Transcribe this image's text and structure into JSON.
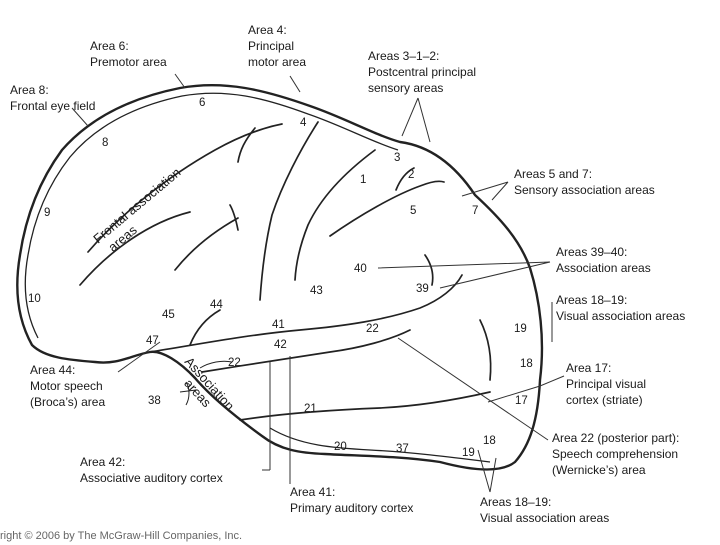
{
  "labels": {
    "area6": [
      "Area 6:",
      "Premotor area"
    ],
    "area4": [
      "Area 4:",
      "Principal",
      "motor area"
    ],
    "area312": [
      "Areas 3–1–2:",
      "Postcentral principal",
      "sensory areas"
    ],
    "area8": [
      "Area 8:",
      "Frontal eye field"
    ],
    "area57": [
      "Areas 5 and 7:",
      "Sensory association areas"
    ],
    "area3940": [
      "Areas 39–40:",
      "Association areas"
    ],
    "area1819a": [
      "Areas 18–19:",
      "Visual association areas"
    ],
    "area17": [
      "Area 17:",
      "Principal visual",
      "cortex (striate)"
    ],
    "area44": [
      "Area 44:",
      "Motor speech",
      "(Broca’s) area"
    ],
    "area22": [
      "Area 22 (posterior part):",
      "Speech comprehension",
      "(Wernicke’s) area"
    ],
    "area42": [
      "Area 42:",
      "Associative auditory cortex"
    ],
    "area41": [
      "Area 41:",
      "Primary auditory cortex"
    ],
    "area1819b": [
      "Areas 18–19:",
      "Visual association areas"
    ]
  },
  "inside": {
    "frontal_assoc": [
      "Frontal association",
      "areas"
    ],
    "assoc_areas": [
      "Association",
      "areas"
    ]
  },
  "numbers": {
    "n6": "6",
    "n4": "4",
    "n8": "8",
    "n3": "3",
    "n1": "1",
    "n2": "2",
    "n5": "5",
    "n7": "7",
    "n9": "9",
    "n10": "10",
    "n40": "40",
    "n39": "39",
    "n43": "43",
    "n45": "45",
    "n44": "44",
    "n41": "41",
    "n42": "42",
    "n22a": "22",
    "n22b": "22",
    "n47": "47",
    "n38": "38",
    "n21": "21",
    "n19a": "19",
    "n18a": "18",
    "n17": "17",
    "n20": "20",
    "n37": "37",
    "n19b": "19",
    "n18b": "18"
  },
  "copyright": "right © 2006 by The McGraw-Hill Companies, Inc."
}
